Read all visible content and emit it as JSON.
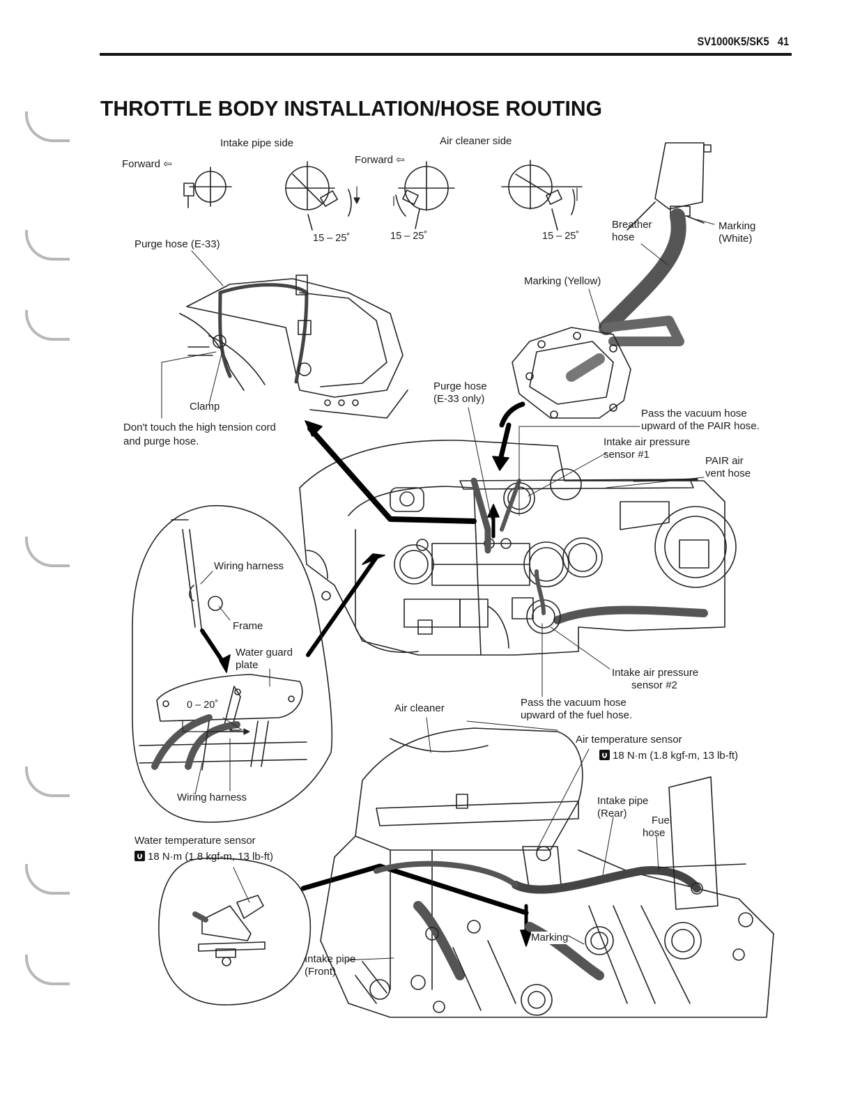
{
  "header": {
    "page_code": "SV1000K5/SK5",
    "page_number": "41"
  },
  "title": "THROTTLE BODY INSTALLATION/HOSE ROUTING",
  "clamp_section": {
    "intake_pipe_side": "Intake pipe side",
    "air_cleaner_side": "Air cleaner side",
    "forward_1": "Forward",
    "forward_2": "Forward",
    "angle_1": "15 – 25˚",
    "angle_2": "15 – 25˚",
    "angle_3": "15 – 25˚"
  },
  "labels": {
    "purge_hose_e33": "Purge hose (E-33)",
    "clamp": "Clamp",
    "dont_touch_1": "Don't touch the high tension cord",
    "dont_touch_2": "and purge hose.",
    "breather_hose_1": "Breather",
    "breather_hose_2": "hose",
    "marking_white_1": "Marking",
    "marking_white_2": "(White)",
    "marking_yellow": "Marking (Yellow)",
    "purge_hose_only_1": "Purge hose",
    "purge_hose_only_2": "(E-33 only)",
    "pass_pair_1": "Pass the vacuum hose",
    "pass_pair_2": "upward of the PAIR hose.",
    "iap1_1": "Intake air pressure",
    "iap1_2": "sensor #1",
    "pair_vent_1": "PAIR air",
    "pair_vent_2": "vent hose",
    "wiring_harness_top": "Wiring harness",
    "frame": "Frame",
    "water_guard_1": "Water guard",
    "water_guard_2": "plate",
    "angle_0_20": "0 – 20˚",
    "wiring_harness_bottom": "Wiring harness",
    "iap2_1": "Intake air pressure",
    "iap2_2": "sensor #2",
    "air_cleaner": "Air cleaner",
    "pass_fuel_1": "Pass the vacuum hose",
    "pass_fuel_2": "upward of the fuel hose.",
    "air_temp_sensor": "Air temperature sensor",
    "air_temp_torque": "18 N·m (1.8 kgf-m, 13 lb-ft)",
    "intake_pipe_rear_1": "Intake pipe",
    "intake_pipe_rear_2": "(Rear)",
    "fuel_hose_1": "Fuel",
    "fuel_hose_2": "hose",
    "water_temp_sensor": "Water temperature sensor",
    "water_temp_torque": "18 N·m (1.8 kgf-m, 13 lb-ft)",
    "marking_bottom": "Marking",
    "intake_pipe_front_1": "Intake pipe",
    "intake_pipe_front_2": "(Front)"
  }
}
